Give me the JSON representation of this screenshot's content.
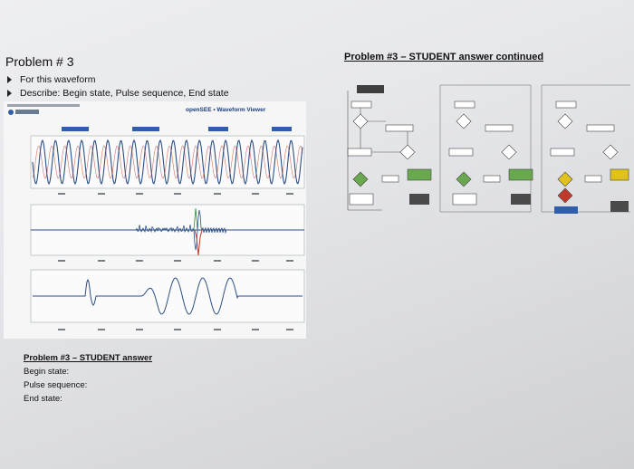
{
  "left_slide": {
    "title": "Problem # 3",
    "bullets": [
      "For this waveform",
      "Describe: Begin state, Pulse sequence, End state"
    ],
    "viewer_title": "openSEE • Waveform Viewer",
    "student_answer": {
      "heading": "Problem #3 – STUDENT answer",
      "lines": [
        "Begin state:",
        "Pulse sequence:",
        "End state:"
      ]
    }
  },
  "right_slide": {
    "title": "Problem #3 – STUDENT answer continued"
  },
  "colors": {
    "page_bg": "#e6e7ea",
    "accent_blue": "#2f5fa8",
    "wave_blue": "#2c4f86",
    "wave_red": "#c0392b",
    "wave_green": "#2e8b3a",
    "flow_green": "#6aa84f",
    "flow_yellow": "#e0c21a",
    "flow_dark": "#4a4a4a"
  },
  "icons": [
    "triangle-bullet-icon",
    "opensee-logo-icon"
  ]
}
